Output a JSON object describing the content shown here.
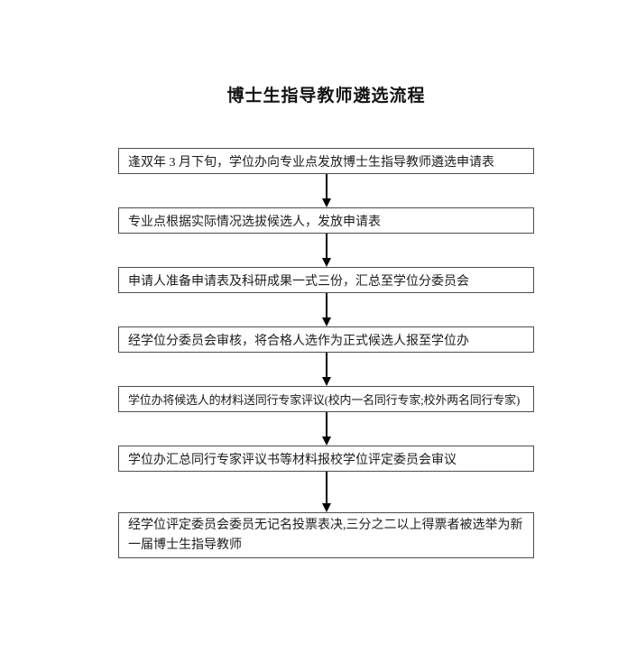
{
  "title": "博士生指导教师遴选流程",
  "flow": {
    "steps": [
      {
        "text": "逢双年 3 月下旬，学位办向专业点发放博士生指导教师遴选申请表"
      },
      {
        "text": "专业点根据实际情况选拔候选人，发放申请表"
      },
      {
        "text": "申请人准备申请表及科研成果一式三份，汇总至学位分委员会"
      },
      {
        "text": "经学位分委员会审核，将合格人选作为正式候选人报至学位办"
      },
      {
        "text": "学位办将候选人的材料送同行专家评议(校内一名同行专家;校外两名同行专家)"
      },
      {
        "text": "学位办汇总同行专家评议书等材料报校学位评定委员会审议"
      },
      {
        "text": "经学位评定委员会委员无记名投票表决,三分之二以上得票者被选举为新一届博士生指导教师"
      }
    ]
  },
  "colors": {
    "background": "#ffffff",
    "box_border": "#4d4d4d",
    "text": "#1c1c1c",
    "arrow": "#000000"
  }
}
